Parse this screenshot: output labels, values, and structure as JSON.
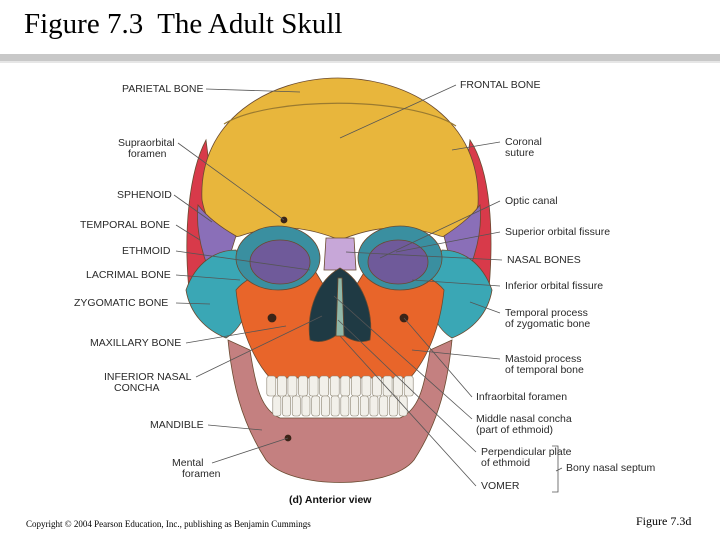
{
  "title": "Figure 7.3  The Adult Skull",
  "view_label": "(d) Anterior view",
  "footer": {
    "copyright": "Copyright © 2004 Pearson Education, Inc., publishing as Benjamin Cummings",
    "figure_ref": "Figure 7.3d"
  },
  "labels_left": [
    {
      "id": "parietal",
      "lines": [
        "PARIETAL BONE"
      ]
    },
    {
      "id": "supraorbital",
      "lines": [
        "Supraorbital",
        "foramen"
      ]
    },
    {
      "id": "sphenoid",
      "lines": [
        "SPHENOID"
      ]
    },
    {
      "id": "temporal",
      "lines": [
        "TEMPORAL BONE"
      ]
    },
    {
      "id": "ethmoid",
      "lines": [
        "ETHMOID"
      ]
    },
    {
      "id": "lacrimal",
      "lines": [
        "LACRIMAL BONE"
      ]
    },
    {
      "id": "zygomatic",
      "lines": [
        "ZYGOMATIC BONE"
      ]
    },
    {
      "id": "maxillary",
      "lines": [
        "MAXILLARY BONE"
      ]
    },
    {
      "id": "inferior_nasal",
      "lines": [
        "INFERIOR NASAL",
        "CONCHA"
      ]
    },
    {
      "id": "mandible",
      "lines": [
        "MANDIBLE"
      ]
    },
    {
      "id": "mental",
      "lines": [
        "Mental",
        "foramen"
      ]
    }
  ],
  "labels_right": [
    {
      "id": "frontal",
      "lines": [
        "FRONTAL BONE"
      ]
    },
    {
      "id": "coronal",
      "lines": [
        "Coronal",
        "suture"
      ]
    },
    {
      "id": "optic",
      "lines": [
        "Optic canal"
      ]
    },
    {
      "id": "superior_orbital",
      "lines": [
        "Superior orbital fissure"
      ]
    },
    {
      "id": "nasal",
      "lines": [
        "NASAL BONES"
      ]
    },
    {
      "id": "inferior_orbital",
      "lines": [
        "Inferior orbital fissure"
      ]
    },
    {
      "id": "temporal_process",
      "lines": [
        "Temporal process",
        "of zygomatic bone"
      ]
    },
    {
      "id": "mastoid",
      "lines": [
        "Mastoid process",
        "of temporal bone"
      ]
    },
    {
      "id": "infraorbital",
      "lines": [
        "Infraorbital foramen"
      ]
    },
    {
      "id": "middle_nasal",
      "lines": [
        "Middle nasal concha",
        "(part of ethmoid)"
      ]
    },
    {
      "id": "perpendicular",
      "lines": [
        "Perpendicular plate",
        "of ethmoid"
      ]
    },
    {
      "id": "vomer",
      "lines": [
        "VOMER"
      ]
    },
    {
      "id": "bony_septum",
      "lines": [
        "Bony nasal septum"
      ]
    }
  ],
  "colors": {
    "frontal": "#e8b63c",
    "parietal": "#d83a4a",
    "sphenoid": "#8a6fb8",
    "zygomatic": "#3aa7b5",
    "maxillary": "#e8652a",
    "mandible": "#c48080",
    "nasal": "#c7a7d8",
    "teeth": "#f2f0ea",
    "leader": "#555555"
  }
}
